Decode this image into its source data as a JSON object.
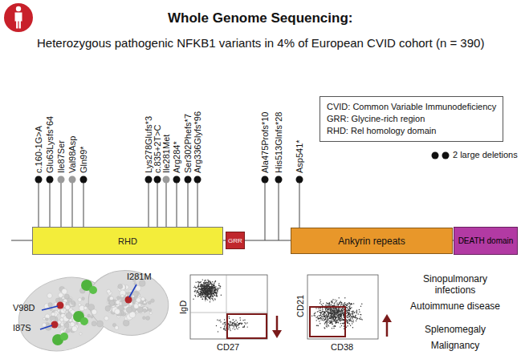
{
  "diagram": {
    "title": "Whole Genome Sequencing:",
    "nodes": [
      {
        "text": [
          "CVID: Common Variable Immunodeficiency",
          "GRR: Glycine-rich region",
          "RHD: Rel homology domain"
        ]
      },
      {
        "text": [
          "RHD"
        ]
      },
      {
        "text": [
          "GRR"
        ]
      },
      {
        "text": [
          "Ankyrin repeats"
        ]
      },
      {
        "text": [
          "DEATH domain"
        ]
      }
    ],
    "labels": [
      "Heterozygous pathogenic NFKB1 variants in 4% of European CVID cohort (n = 390)",
      "c.160-1G>A",
      "Glu63Lysfs*64",
      "Ile87Ser",
      "Val98Asp",
      "Gln99*",
      "Lys278Glufs*3",
      "c.835+2T>C",
      "Ile281Met",
      "Arg284*",
      "Ser302Phefs*7",
      "Arg336Glyfs*96",
      "Ala475Profs*10",
      "His513Glnfs*28",
      "Asp541*",
      "2 large deletions",
      "I281M",
      "V98D",
      "I87S",
      "IgD",
      "CD27",
      "CD21",
      "CD38",
      "Sinopulmonary infections",
      "Autoimmune disease",
      "Splenomegaly",
      "Malignancy"
    ]
  }
}
